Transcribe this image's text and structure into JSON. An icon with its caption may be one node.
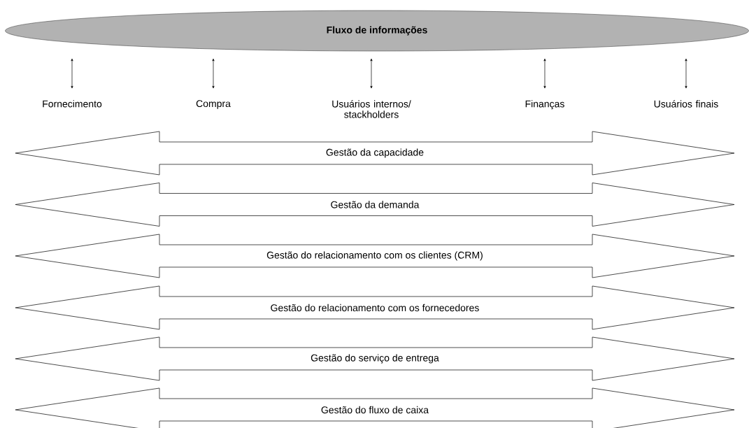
{
  "diagram": {
    "nodes": [
      {
        "text": [
          "Fluxo de informações"
        ]
      },
      {
        "text": [
          "Fornecimento"
        ]
      },
      {
        "text": [
          "Compra"
        ]
      },
      {
        "text": [
          "Usuários internos/ stackholders"
        ]
      },
      {
        "text": [
          "Finanças"
        ]
      },
      {
        "text": [
          "Usuários finais"
        ]
      },
      {
        "text": [
          "Gestão da capacidade"
        ]
      },
      {
        "text": [
          "Gestão da demanda"
        ]
      },
      {
        "text": [
          "Gestão do relacionamento com os clientes (CRM)"
        ]
      },
      {
        "text": [
          "Gestão do relacionamento com os fornecedores"
        ]
      },
      {
        "text": [
          "Gestão do serviço de entrega"
        ]
      },
      {
        "text": [
          "Gestão do fluxo de caixa"
        ]
      }
    ],
    "edges": [
      {
        "from": 0,
        "to": 1,
        "arrow": "both"
      },
      {
        "from": 0,
        "to": 2,
        "arrow": "both"
      },
      {
        "from": 0,
        "to": 3,
        "arrow": "both"
      },
      {
        "from": 0,
        "to": 4,
        "arrow": "both"
      },
      {
        "from": 0,
        "to": 5,
        "arrow": "both"
      }
    ]
  }
}
